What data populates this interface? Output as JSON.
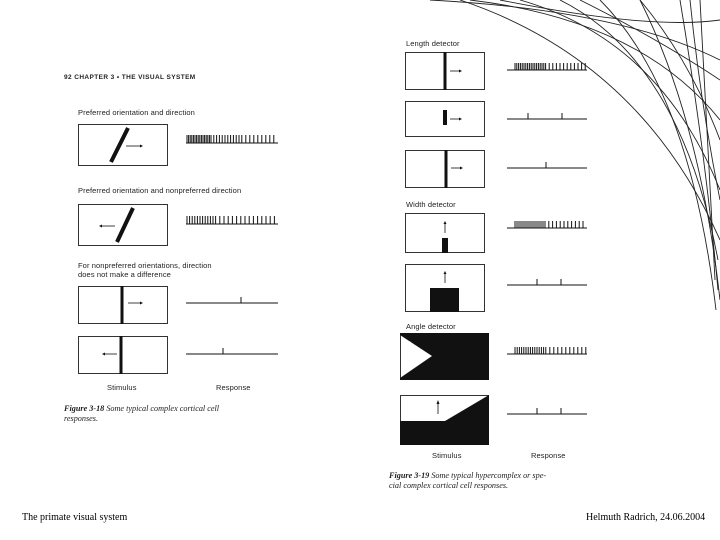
{
  "left_figure": {
    "page_header": "92  CHAPTER 3 • THE VISUAL SYSTEM",
    "labels": [
      "Preferred orientation and direction",
      "Preferred orientation and nonpreferred direction",
      "For nonpreferred orientations, direction",
      "does not make a difference"
    ],
    "stimulus_label": "Stimulus",
    "response_label": "Response",
    "caption_number": "Figure 3-18",
    "caption_text": "Some typical complex cortical cell",
    "caption_text_2": "responses."
  },
  "right_figure": {
    "labels": [
      "Length detector",
      "Width detector",
      "Angle detector"
    ],
    "stimulus_label": "Stimulus",
    "response_label": "Response",
    "caption_number": "Figure 3-19",
    "caption_text": "Some typical hypercomplex or spe-",
    "caption_text_2": "cial complex cortical cell responses."
  },
  "footer": {
    "left": "The  primate visual system",
    "right": "Helmuth Radrich, 24.06.2004"
  }
}
